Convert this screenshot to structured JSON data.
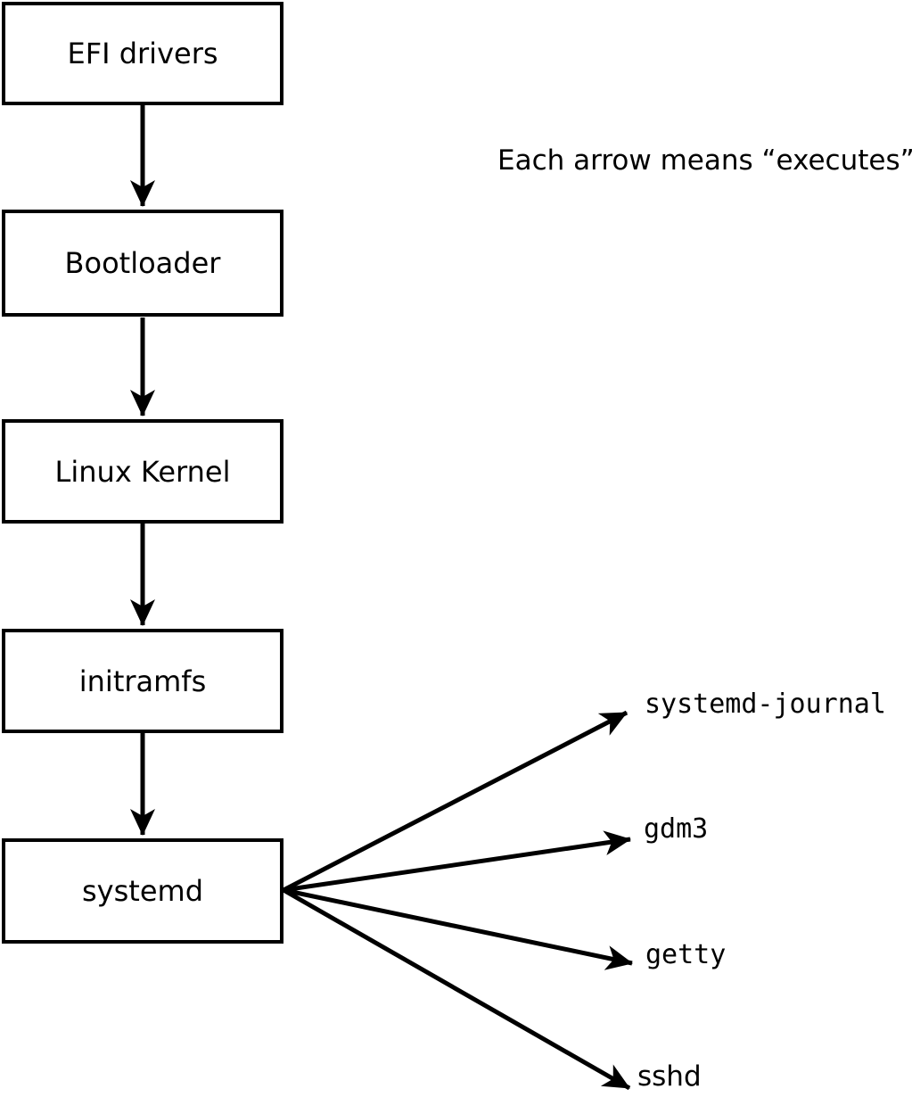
{
  "note": "Each arrow means “executes”.",
  "boot_chain": {
    "nodes": [
      {
        "label": "EFI drivers"
      },
      {
        "label": "Bootloader"
      },
      {
        "label": "Linux Kernel"
      },
      {
        "label": "initramfs"
      },
      {
        "label": "systemd"
      }
    ],
    "edge_meaning": "executes"
  },
  "spawned_processes": [
    {
      "label": "systemd-journal"
    },
    {
      "label": "gdm3"
    },
    {
      "label": "getty"
    },
    {
      "label": "sshd"
    }
  ],
  "colors": {
    "line": "#000000",
    "text": "#000000",
    "background": "#ffffff"
  }
}
